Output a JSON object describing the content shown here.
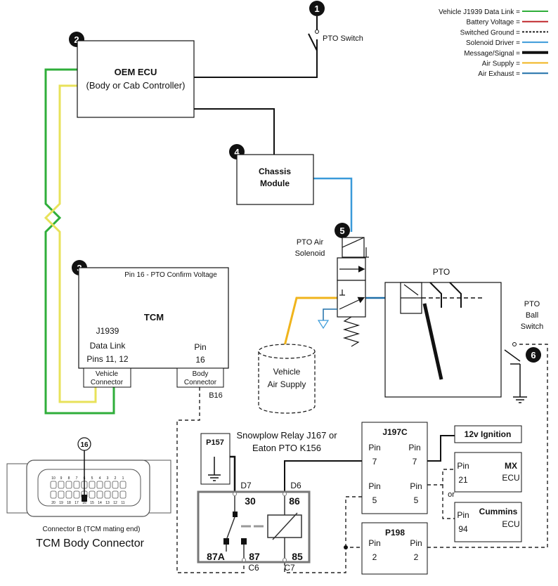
{
  "legend": [
    {
      "label": "Vehicle J1939 Data Link =",
      "color": "#2fae3a",
      "style": "solid"
    },
    {
      "label": "Battery Voltage =",
      "color": "#c0282d",
      "style": "solid"
    },
    {
      "label": "Switched Ground =",
      "color": "#222222",
      "style": "dashed"
    },
    {
      "label": "Solenoid Driver =",
      "color": "#3a9ad9",
      "style": "solid"
    },
    {
      "label": "Message/Signal =",
      "color": "#111111",
      "style": "thick"
    },
    {
      "label": "Air Supply =",
      "color": "#f0b41c",
      "style": "solid"
    },
    {
      "label": "Air Exhaust =",
      "color": "#1f6fa8",
      "style": "solid"
    }
  ],
  "badges": [
    "1",
    "2",
    "3",
    "4",
    "5",
    "6"
  ],
  "pto_switch_label": "PTO Switch",
  "oem_ecu": {
    "title": "OEM ECU",
    "subtitle": "(Body or Cab Controller)"
  },
  "chassis_module": {
    "line1": "Chassis",
    "line2": "Module"
  },
  "pto_air_solenoid": {
    "line1": "PTO Air",
    "line2": "Solenoid"
  },
  "pto_label": "PTO",
  "pto_ball_switch": {
    "line1": "PTO",
    "line2": "Ball",
    "line3": "Switch"
  },
  "vehicle_air_supply": {
    "line1": "Vehicle",
    "line2": "Air Supply"
  },
  "tcm": {
    "pin16_label": "Pin 16 - PTO Confirm Voltage",
    "title": "TCM",
    "j1939_line1": "J1939",
    "j1939_line2": "Data Link",
    "j1939_line3": "Pins 11, 12",
    "pin_line1": "Pin",
    "pin_line2": "16",
    "vehicle_connector_line1": "Vehicle",
    "vehicle_connector_line2": "Connector",
    "body_connector_line1": "Body",
    "body_connector_line2": "Connector",
    "b16": "B16"
  },
  "connector": {
    "pin_badge": "16",
    "top_pins": [
      "10",
      "9",
      "8",
      "7",
      "6",
      "5",
      "4",
      "3",
      "2",
      "1"
    ],
    "bottom_pins": [
      "20",
      "19",
      "18",
      "17",
      "16",
      "15",
      "14",
      "13",
      "12",
      "11"
    ],
    "caption": "Connector B (TCM mating end)",
    "title": "TCM Body Connector"
  },
  "p157": "P157",
  "relay": {
    "title_line1": "Snowplow Relay J167 or",
    "title_line2": "Eaton PTO K156",
    "d7": "D7",
    "d6": "D6",
    "t30": "30",
    "t86": "86",
    "t87a": "87A",
    "t87": "87",
    "t85": "85",
    "c6": "C6",
    "c7": "C7"
  },
  "j197c": {
    "title": "J197C",
    "pin_word": "Pin",
    "left_top": "7",
    "right_top": "7",
    "left_bottom": "5",
    "right_bottom": "5"
  },
  "ignition": "12v Ignition",
  "mx_ecu": {
    "pin_word": "Pin",
    "pin": "21",
    "brand": "MX",
    "ecu": "ECU"
  },
  "cummins_ecu": {
    "pin_word": "Pin",
    "pin": "94",
    "brand": "Cummins",
    "ecu": "ECU"
  },
  "or_label": "or",
  "p198": {
    "title": "P198",
    "pin_word": "Pin",
    "left": "2",
    "right": "2"
  }
}
